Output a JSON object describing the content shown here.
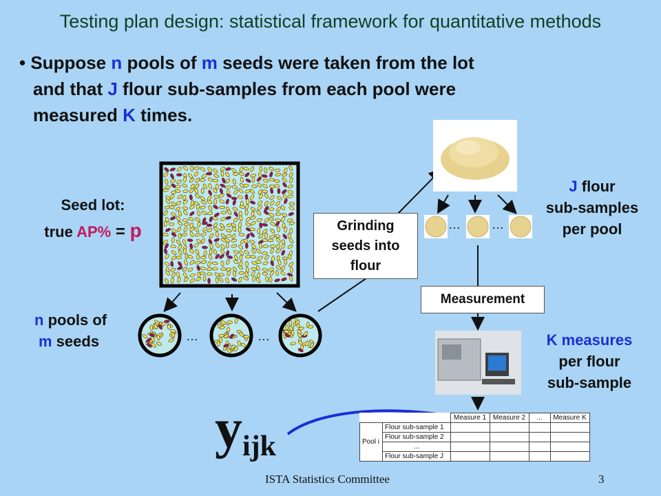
{
  "title": "Testing plan design: statistical framework for quantitative methods",
  "bullet": {
    "marker": "•",
    "line1_a": "Suppose ",
    "line1_n": "n",
    "line1_b": " pools of ",
    "line1_m": "m",
    "line1_c": " seeds were taken from the lot",
    "line2_a": "and that ",
    "line2_J": "J",
    "line2_b": " flour sub-samples from each pool were",
    "line3_a": "measured ",
    "line3_K": "K",
    "line3_b": " times."
  },
  "seed_lot": {
    "line1": "Seed lot:",
    "true_label": "true ",
    "ap": "AP%",
    "eq": " = ",
    "p": "p"
  },
  "pools": {
    "n": "n",
    "line1_rest": " pools of",
    "m": "m",
    "line2_rest": " seeds",
    "dots": "…"
  },
  "grinding": {
    "line1": "Grinding",
    "line2": "seeds into",
    "line3": "flour"
  },
  "flour_label": {
    "J": "J",
    "line1_rest": " flour",
    "line2": "sub-samples",
    "line3": "per pool"
  },
  "measurement_label": "Measurement",
  "k_label": {
    "K": "K",
    "line1_rest": " measures",
    "line2": "per flour",
    "line3": "sub-sample"
  },
  "yijk": {
    "y": "y",
    "sub": "ijk"
  },
  "table": {
    "headers": [
      "Measure 1",
      "Measure 2",
      "...",
      "Measure K"
    ],
    "pool_label": "Pool i",
    "rows": [
      "Flour sub-sample 1",
      "Flour sub-sample 2",
      "...",
      "Flour sub-sample J"
    ]
  },
  "footer": {
    "left": "ISTA Statistics Committee",
    "right": "3"
  },
  "colors": {
    "background": "#a9d4f5",
    "accent_blue": "#1a2fd4",
    "accent_magenta": "#c2185b",
    "title_green": "#0f3f24"
  }
}
